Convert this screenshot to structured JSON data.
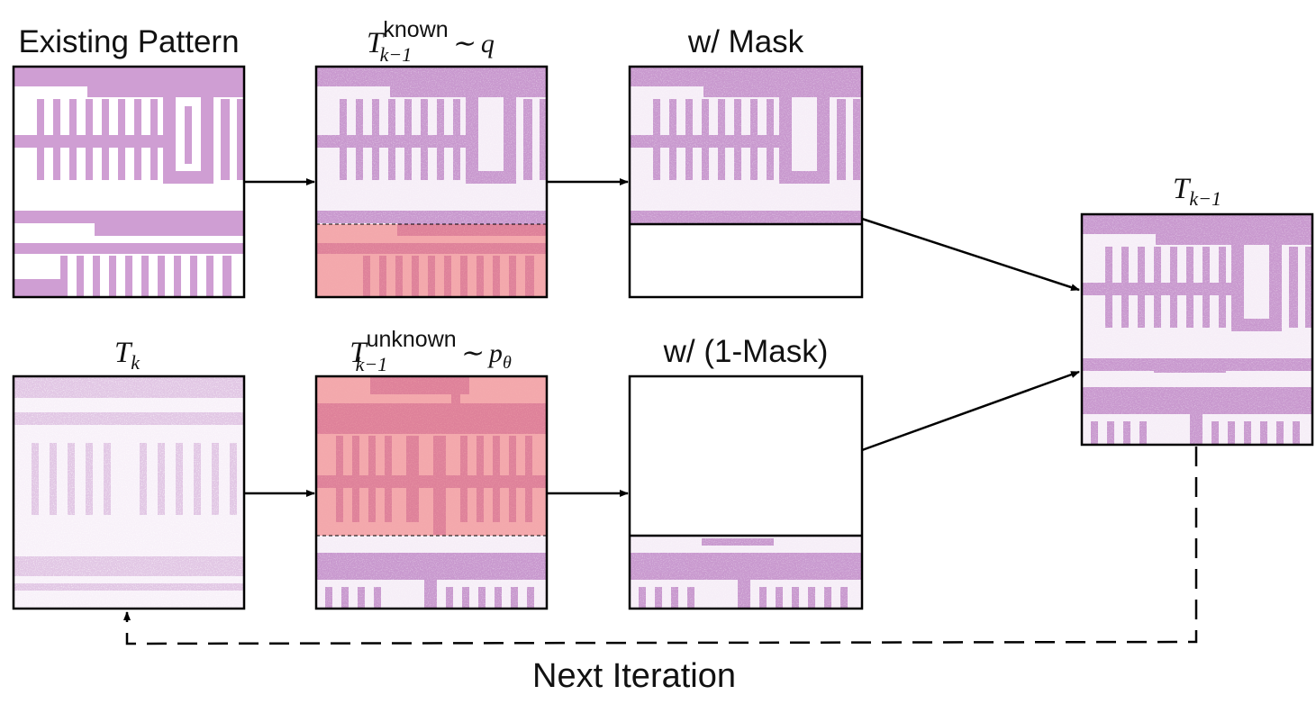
{
  "labels": {
    "existing_pattern": "Existing Pattern",
    "t_known": {
      "base": "T",
      "sup": "known",
      "sub": "k−1",
      "rel": "∼ q"
    },
    "w_mask": "w/ Mask",
    "t_k": {
      "base": "T",
      "sub": "k"
    },
    "t_unknown": {
      "base": "T",
      "sup": "unknown",
      "sub": "k−1",
      "rel": "∼ p",
      "rel_sub": "θ"
    },
    "w_one_minus_mask": "w/ (1-Mask)",
    "t_k_minus_1": {
      "base": "T",
      "sub": "k−1"
    },
    "next_iteration": "Next Iteration"
  },
  "colors": {
    "pattern": "#cf9ed3",
    "noise": "#b67dbf",
    "mask_overlay": "#f07070",
    "line": "#000000"
  }
}
